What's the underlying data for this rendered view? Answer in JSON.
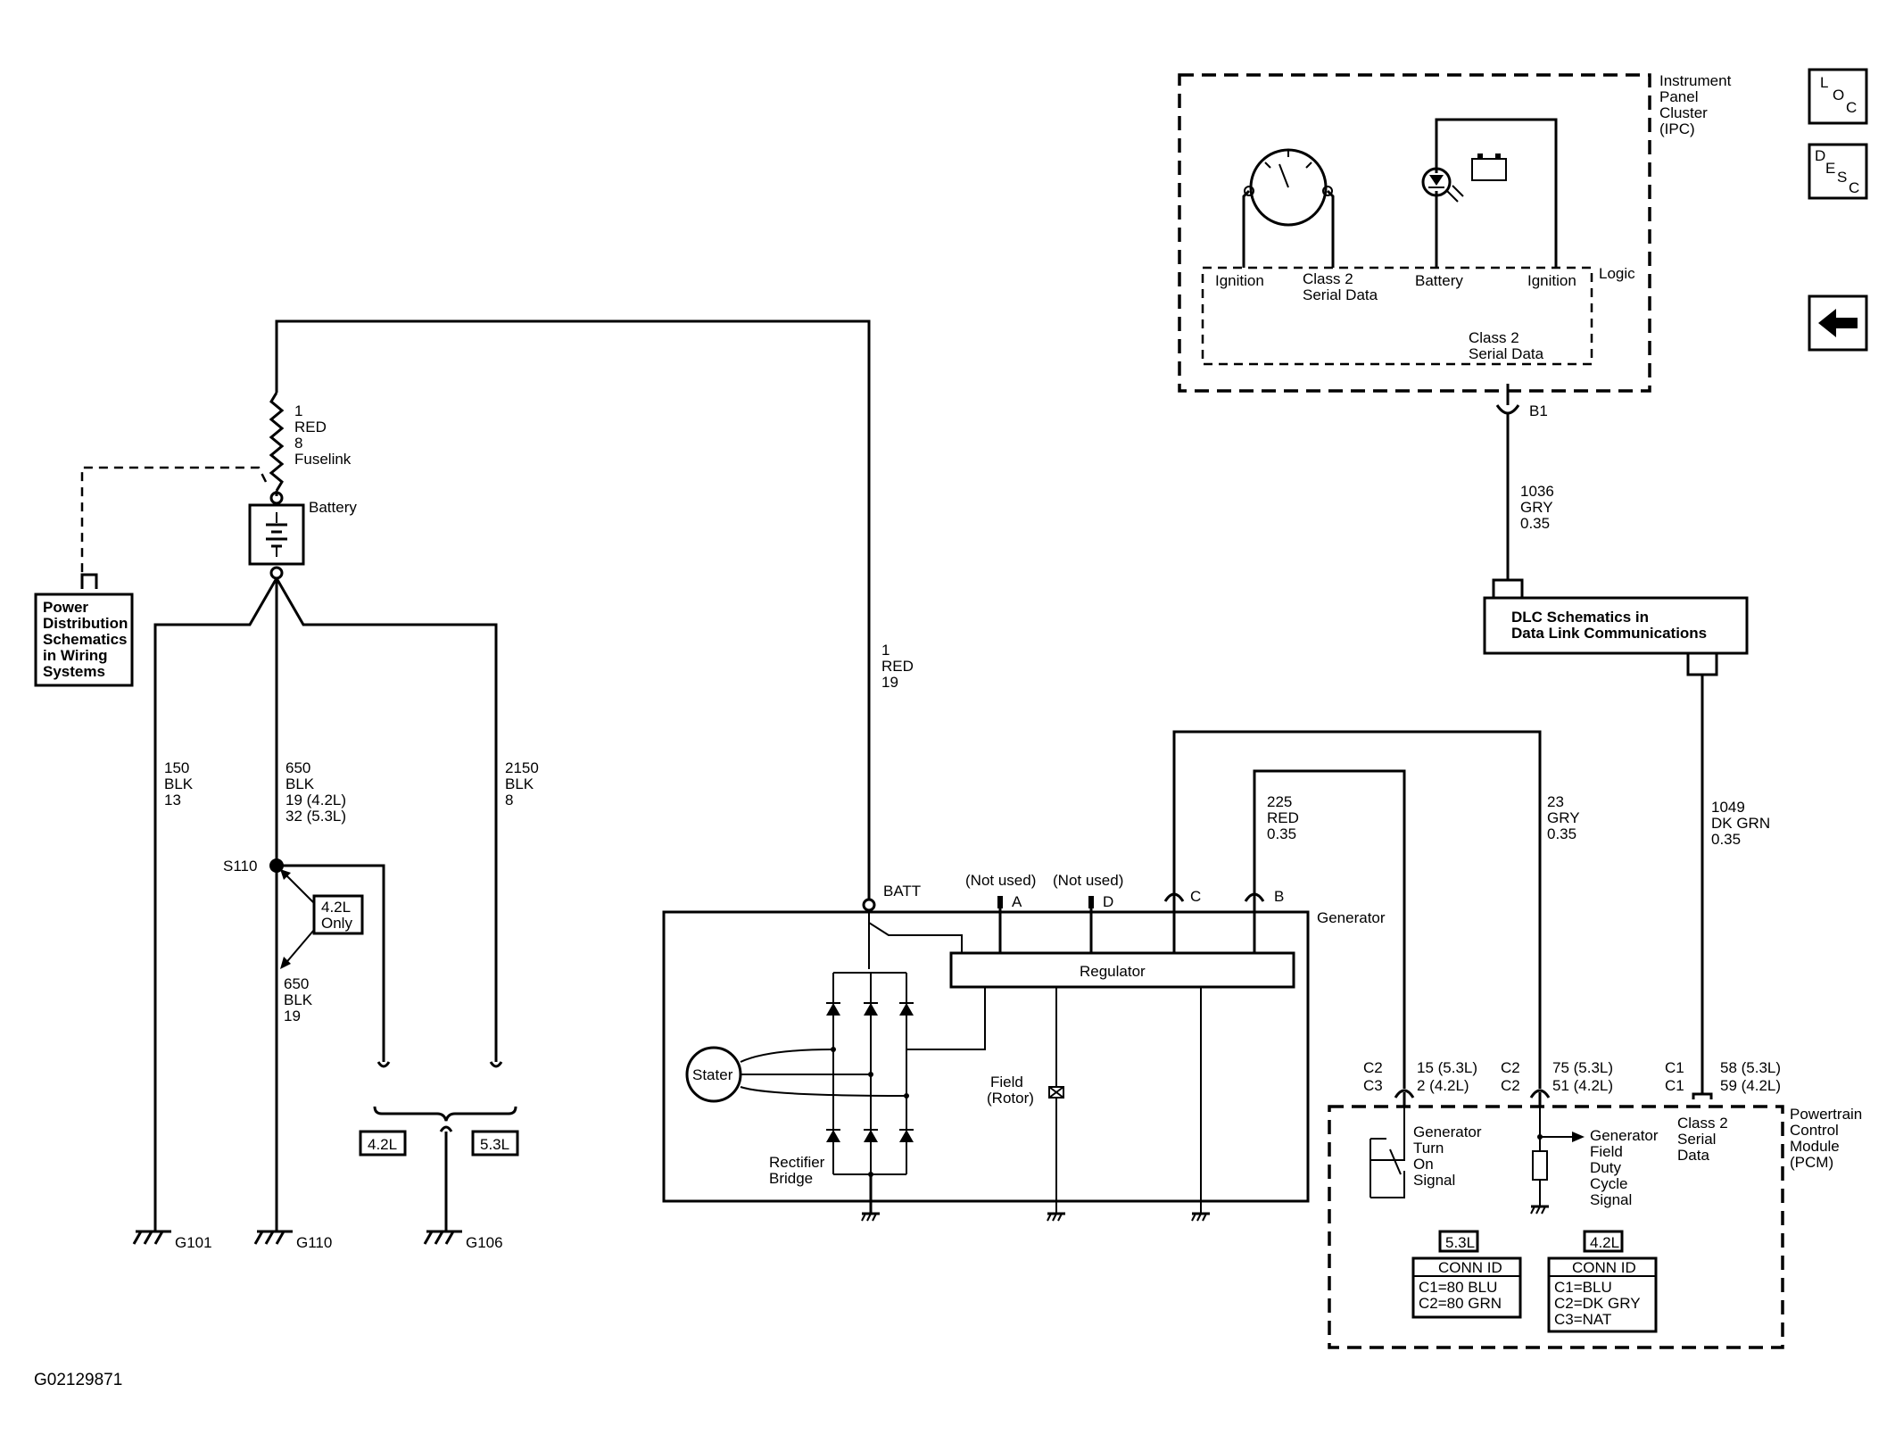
{
  "figure_id": "G02129871",
  "nav": {
    "loc": [
      "L",
      "O",
      "C"
    ],
    "desc": [
      "D",
      "E",
      "S",
      "C"
    ]
  },
  "ipc": {
    "title": [
      "Instrument",
      "Panel",
      "Cluster",
      "(IPC)"
    ],
    "logic": "Logic",
    "ignition_left": "Ignition",
    "class2_top": [
      "Class 2",
      "Serial Data"
    ],
    "battery": "Battery",
    "ignition_right": "Ignition",
    "class2_bottom": [
      "Class 2",
      "Serial Data"
    ]
  },
  "connector_b1": "B1",
  "wire_1036": [
    "1036",
    "GRY",
    "0.35"
  ],
  "dlc_box": [
    "DLC Schematics in",
    "Data Link Communications"
  ],
  "wire_1049": [
    "1049",
    "DK GRN",
    "0.35"
  ],
  "fuselink": [
    "1",
    "RED",
    "8",
    "Fuselink"
  ],
  "battery_label": "Battery",
  "power_dist_box": [
    "Power",
    "Distribution",
    "Schematics",
    "in Wiring",
    "Systems"
  ],
  "wire_150": [
    "150",
    "BLK",
    "13"
  ],
  "wire_650_top": [
    "650",
    "BLK",
    "19 (4.2L)",
    "32 (5.3L)"
  ],
  "wire_2150": [
    "2150",
    "BLK",
    "8"
  ],
  "wire_1_red_19": [
    "1",
    "RED",
    "19"
  ],
  "splice_s110": "S110",
  "only_42": [
    "4.2L",
    "Only"
  ],
  "wire_650_bottom": [
    "650",
    "BLK",
    "19"
  ],
  "option_42": "4.2L",
  "option_53": "5.3L",
  "grounds": [
    "G101",
    "G110",
    "G106"
  ],
  "wire_225": [
    "225",
    "RED",
    "0.35"
  ],
  "wire_23": [
    "23",
    "GRY",
    "0.35"
  ],
  "generator": {
    "title": "Generator",
    "batt": "BATT",
    "not_used_a": "(Not used)",
    "pin_a": "A",
    "not_used_d": "(Not used)",
    "pin_d": "D",
    "pin_c": "C",
    "pin_b": "B",
    "regulator": "Regulator",
    "stator": "Stater",
    "field": [
      "Field",
      "(Rotor)"
    ],
    "rectifier": [
      "Rectifier",
      "Bridge"
    ]
  },
  "pcm": {
    "title": [
      "Powertrain",
      "Control",
      "Module",
      "(PCM)"
    ],
    "conn1": [
      "C2",
      "C3"
    ],
    "pins1": [
      "15 (5.3L)",
      "2 (4.2L)"
    ],
    "conn2": [
      "C2",
      "C2"
    ],
    "pins2": [
      "75 (5.3L)",
      "51 (4.2L)"
    ],
    "conn3": [
      "C1",
      "C1"
    ],
    "pins3": [
      "58 (5.3L)",
      "59 (4.2L)"
    ],
    "gen_turn_on": [
      "Generator",
      "Turn",
      "On",
      "Signal"
    ],
    "gen_field": [
      "Generator",
      "Field",
      "Duty",
      "Cycle",
      "Signal"
    ],
    "class2": [
      "Class 2",
      "Serial",
      "Data"
    ],
    "engine_53": "5.3L",
    "engine_42": "4.2L",
    "conn_id_53": [
      "CONN ID",
      "C1=80 BLU",
      "C2=80 GRN"
    ],
    "conn_id_42": [
      "CONN ID",
      "C1=BLU",
      "C2=DK GRY",
      "C3=NAT"
    ]
  }
}
